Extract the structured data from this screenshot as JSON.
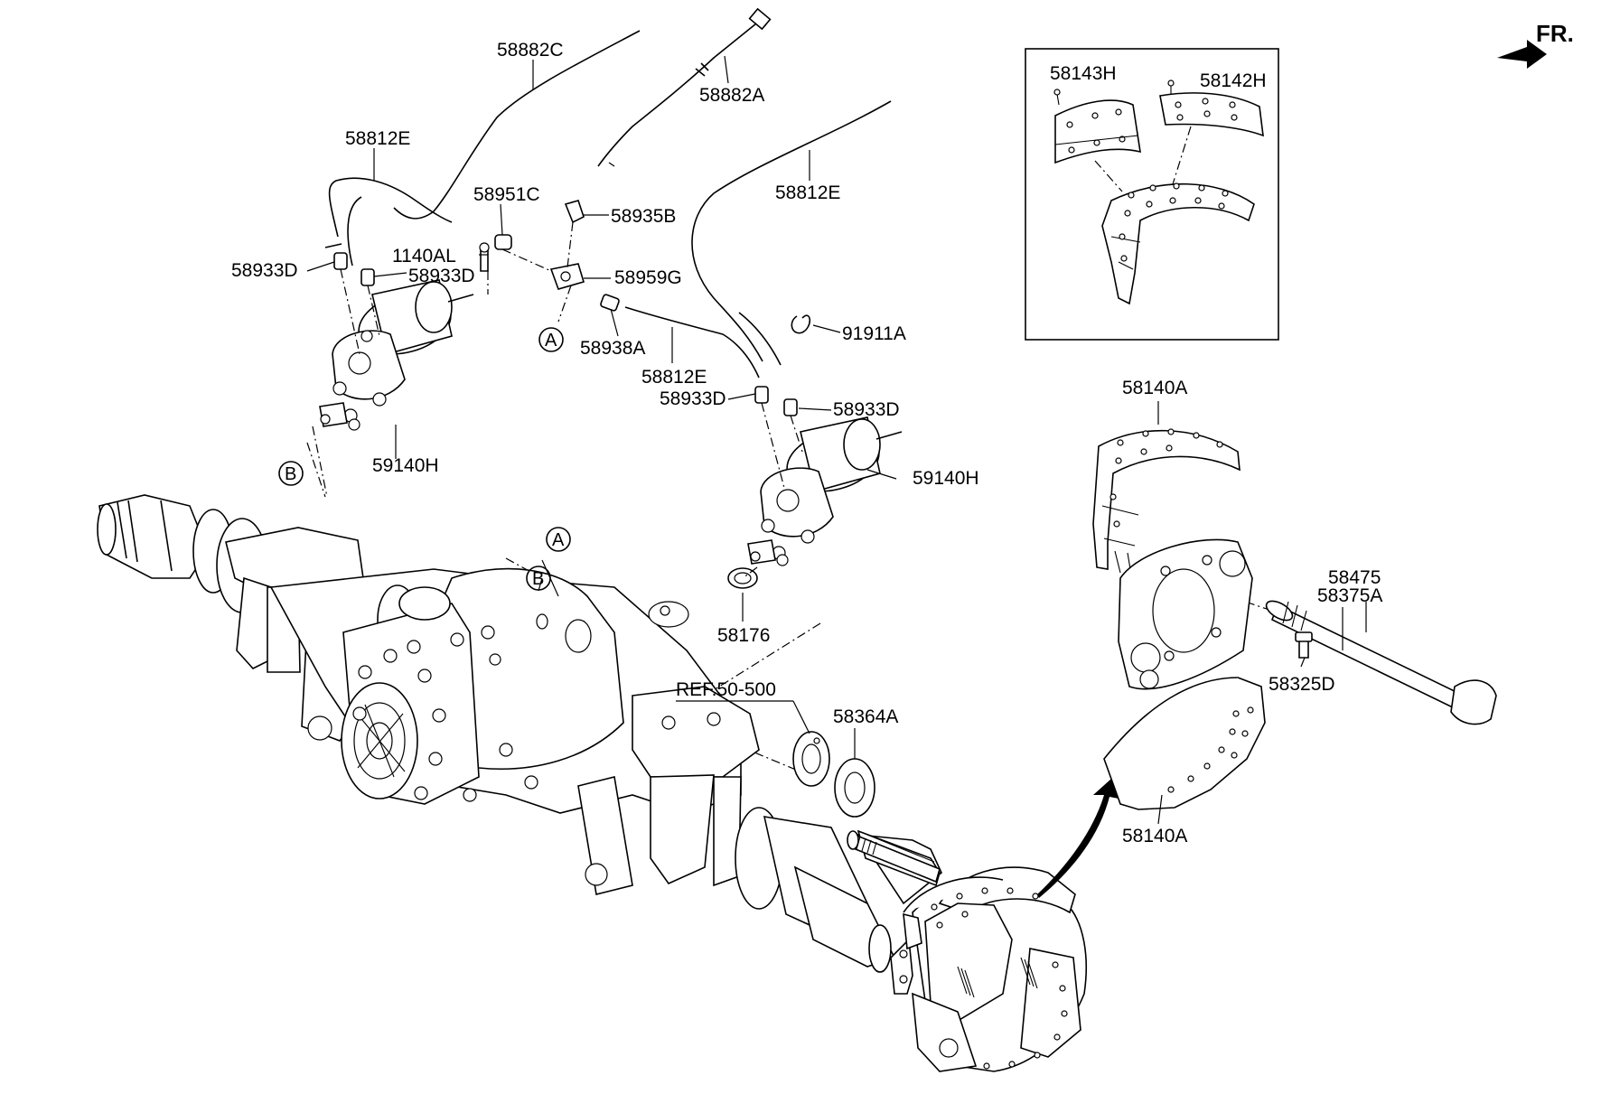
{
  "orientation": {
    "front_label": "FR.",
    "arrow": "front-direction-arrow"
  },
  "references": {
    "circle_a": "A",
    "circle_b": "B",
    "ref_label": "REF.50-500"
  },
  "part_labels": {
    "p58882C": "58882C",
    "p58882A": "58882A",
    "p58812E_top": "58812E",
    "p58812E_right": "58812E",
    "p58812E_mid": "58812E",
    "p58951C": "58951C",
    "p58935B": "58935B",
    "p1140AL": "1140AL",
    "p58933D_left": "58933D",
    "p58933D_left2": "58933D",
    "p58933D_right1": "58933D",
    "p58933D_right2": "58933D",
    "p58959G": "58959G",
    "p58938A": "58938A",
    "p91911A": "91911A",
    "p59140H_left": "59140H",
    "p59140H_right": "59140H",
    "p58176": "58176",
    "p58364A": "58364A",
    "p58143H": "58143H",
    "p58142H": "58142H",
    "p58140A_top": "58140A",
    "p58140A_bottom": "58140A",
    "p58475": "58475",
    "p58375A": "58375A",
    "p58325D": "58325D"
  }
}
